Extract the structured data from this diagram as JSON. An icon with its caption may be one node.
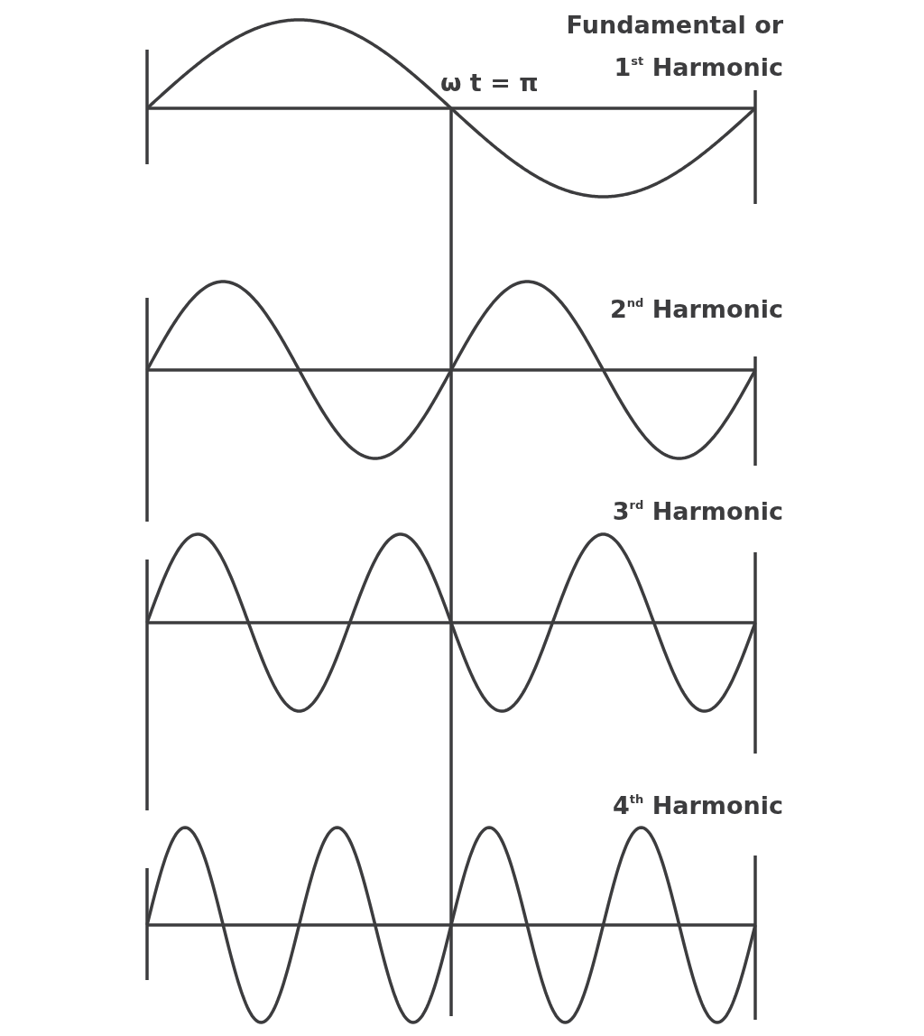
{
  "diagram": {
    "labels": [
      "Fundamental or 1$^{st}$ Harmonic",
      "ω t = π",
      "2$^{nd}$ Harmonic",
      "3$^{rd}$ Harmonic",
      "4$^{th}$ Harmonic"
    ]
  }
}
